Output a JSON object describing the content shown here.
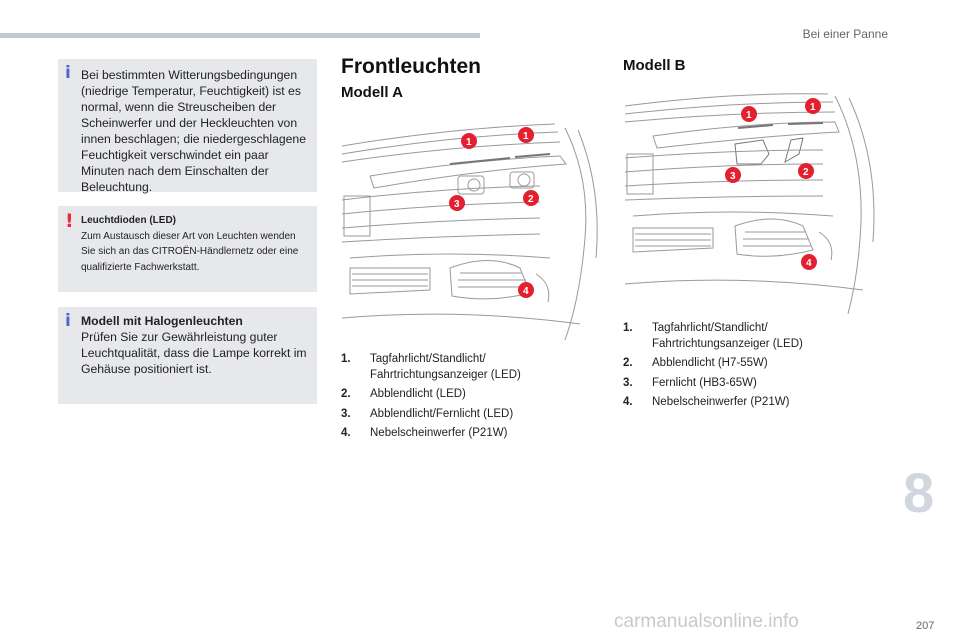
{
  "header": {
    "section_title": "Bei einer Panne"
  },
  "notes": {
    "info1": "Bei bestimmten Witterungsbedingungen (niedrige Temperatur, Feuchtigkeit) ist es normal, wenn die Streuscheiben der Scheinwerfer und der Heckleuchten von innen beschlagen; die niedergeschlagene Feuchtigkeit verschwindet ein paar Minuten nach dem Einschalten der Beleuchtung.",
    "warning_title": "Leuchtdioden (LED)",
    "warning_body": "Zum Austausch dieser Art von Leuchten wenden Sie sich an das CITROËN-Händlernetz oder eine qualifizierte Fachwerkstatt.",
    "info2_title": "Modell mit Halogenleuchten",
    "info2_body": "Prüfen Sie zur Gewährleistung guter Leuchtqualität, dass die Lampe korrekt im Gehäuse positioniert ist.",
    "info_icon": "i",
    "warning_icon": "!"
  },
  "main_title": "Frontleuchten",
  "model_a": {
    "title": "Modell A",
    "callouts": [
      "1",
      "1",
      "2",
      "3",
      "4"
    ],
    "items": [
      {
        "num": "1.",
        "text": "Tagfahrlicht/Standlicht/ Fahrtrichtungsanzeiger (LED)"
      },
      {
        "num": "2.",
        "text": "Abblendlicht (LED)"
      },
      {
        "num": "3.",
        "text": "Abblendlicht/Fernlicht (LED)"
      },
      {
        "num": "4.",
        "text": "Nebelscheinwerfer (P21W)"
      }
    ]
  },
  "model_b": {
    "title": "Modell B",
    "callouts": [
      "1",
      "1",
      "2",
      "3",
      "4"
    ],
    "items": [
      {
        "num": "1.",
        "text": "Tagfahrlicht/Standlicht/ Fahrtrichtungsanzeiger (LED)"
      },
      {
        "num": "2.",
        "text": "Abblendlicht (H7-55W)"
      },
      {
        "num": "3.",
        "text": "Fernlicht (HB3-65W)"
      },
      {
        "num": "4.",
        "text": "Nebelscheinwerfer (P21W)"
      }
    ]
  },
  "chapter_number": "8",
  "page_number": "207",
  "watermark": "carmanualsonline.info",
  "colors": {
    "accent_blue": "#5566c8",
    "warning_red": "#e62b3c",
    "callout_red": "#e3202f",
    "note_bg": "#e7e8eb"
  }
}
